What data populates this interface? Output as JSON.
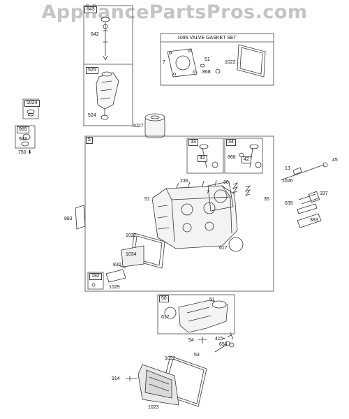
{
  "watermark": "AppliancePartsPros.com",
  "labels": {
    "l843": "843",
    "l842": "842",
    "l525": "525",
    "l524": "524",
    "l1027": "1027",
    "l1024": "1024",
    "l965": "965",
    "l943": "943",
    "l750": "750",
    "l7a": "7",
    "l51a": "51",
    "l868a": "868",
    "l1022a": "1022",
    "l5": "5",
    "l33": "33",
    "l34": "34",
    "l42a": "42",
    "l42b": "42",
    "l868b": "868",
    "l13": "13",
    "l45": "45",
    "l1026": "1026",
    "l337": "337",
    "l635": "635",
    "l383": "383",
    "l236": "236",
    "l36": "36",
    "l7b": "7",
    "l51b": "51",
    "l35": "35",
    "l883": "883",
    "l1022b": "1022",
    "l617a": "617",
    "l1034": "1034",
    "l830": "830",
    "l192": "192",
    "l1029": "1029",
    "l50": "50",
    "l51c": "51",
    "l617b": "617",
    "l54": "54",
    "l415": "415",
    "l654": "654",
    "l53": "53",
    "l1022c": "1022",
    "l914": "914",
    "l1023": "1023"
  },
  "valve_gasket_set_title": "1095 VALVE GASKET SET"
}
